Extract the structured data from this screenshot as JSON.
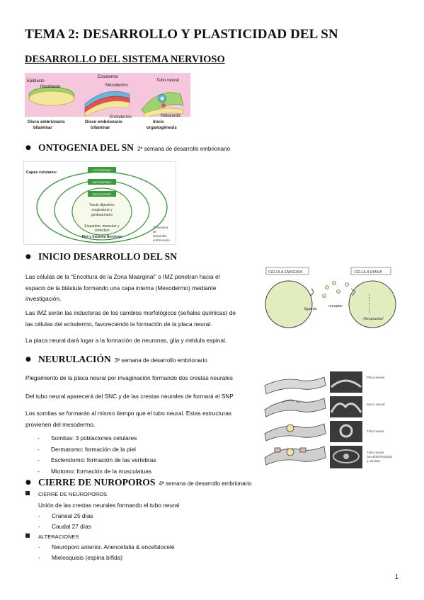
{
  "title": "TEMA 2: DESARROLLO Y PLASTICIDAD DEL SN",
  "subtitle": "DESARROLLO DEL SISTEMA NERVIOSO",
  "fig1": {
    "labels": [
      "Epiblasto",
      "Hipoblasto",
      "Ectodermo",
      "Mesodermo",
      "Endodermo",
      "Tubo neural",
      "Notocorda"
    ],
    "captions": [
      [
        "Disco embrionario",
        "bilaminar"
      ],
      [
        "Disco embrionario",
        "trilaminar"
      ],
      [
        "Inicio",
        "organogénesis"
      ]
    ]
  },
  "ontogenia": {
    "heading": "ONTOGENIA DEL SN",
    "note": "2ª semana de desarrollo embrionario",
    "figure": {
      "header": "Capas celulares:",
      "layers": [
        "ECTODERMO",
        "MESODERMO",
        "ENDODERMO"
      ],
      "inner_text": [
        "Tracto digestivo,",
        "respiratorio y",
        "genitourinario"
      ],
      "mid_text": [
        "Esqueleto, muscular y",
        "conectivo"
      ],
      "outer_text": "Piel y Sistema Nervioso",
      "side_note": [
        "2ª semana",
        "de",
        "desarrollo",
        "embrionario"
      ]
    }
  },
  "inicio": {
    "heading": "INICIO DESARROLLO DEL SN",
    "paragraph1": [
      "Las células de la “Encoltura de la Zona Maarginal” o IMZ penetran hacia el",
      "espacio de la blástula formando una capa interna (Mesodermo) mediante",
      "investigación."
    ],
    "paragraph2": [
      "Las IMZ serán las inductoras de los cambios morfológicos (señales químicas) de",
      "las células del ectodermo, favoreciendo la formación de la placa neural."
    ],
    "paragraph3": "La placa neural dará lugar a la formación de neuronas, glía y médula espinal.",
    "figure": {
      "cell_a": "CÉLULA EMISORA",
      "cell_b": "CÉLULA DIANA",
      "ligand": "ligando",
      "receptor": "receptor",
      "response": "¡Respuesta!"
    }
  },
  "neurulacion": {
    "heading": "NEURULACIÓN",
    "note": "3ª semana de desarrollo embrionario",
    "line1": "Plegamiento de la placa neural por invaginación formando dos crestas neurales",
    "line2": "Del tubo neural aparecerá del SNC y de las crestas neurales de formará el SNP",
    "line3": [
      "Los somitas se formarán al mismo tiempo que el tubo neural. Estas estructuras",
      "provienen del mesodermo."
    ],
    "list": [
      "Somitas: 3 poblaciones celulares",
      "Dermatomo: formación de la piel",
      "Esclerotomo: formación de las vertebras",
      "Miotomo: formación de la musculatuas"
    ],
    "figure_labels": [
      "Placa neural",
      "Surco neural",
      "Tubo neural",
      [
        "Tubo neural",
        "(encéfalo/médula)",
        "y somitas"
      ]
    ]
  },
  "cierre": {
    "heading": "CIERRE DE NUROPOROS",
    "note": "4ª semana de desarrollo embrionario",
    "sub1": "CIERRE DE NEUROPOROS",
    "sub1_text": "Unión de las crestas neurales formando el tubo neural",
    "sub1_list": [
      "Craneal 25 días",
      "Caudal 27 días"
    ],
    "sub2": "ALTERACIONES",
    "sub2_list": [
      "Neuróporo anterior. Anencefalia & encefalocele",
      "Mielosquisis (espina bífida)"
    ]
  },
  "page_number": "1",
  "colors": {
    "pink_bg": "#f5c6dc",
    "green_layer": "#3c9b3e",
    "green_light": "#bfe59a",
    "ecto_blue": "#6ab6d8",
    "cream": "#f6f1c6"
  }
}
